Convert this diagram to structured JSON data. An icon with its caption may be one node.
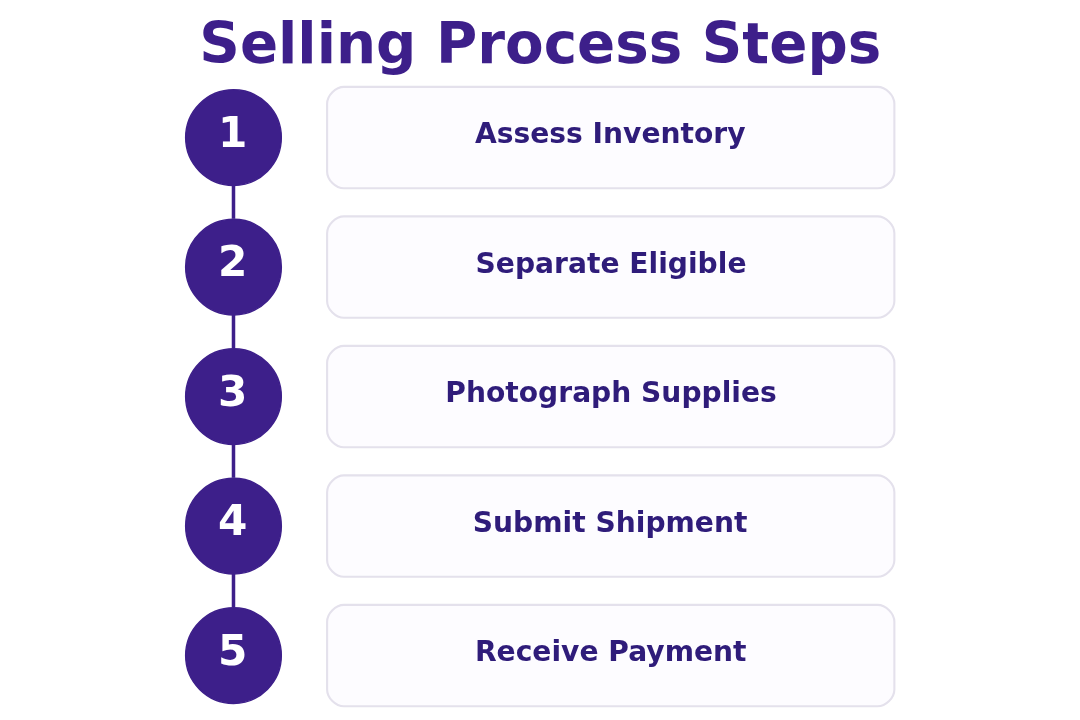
{
  "diagram": {
    "title": "Selling Process Steps",
    "nodes": [
      {
        "text": [
          "1"
        ]
      },
      {
        "text": [
          "Assess Inventory"
        ]
      },
      {
        "text": [
          "2"
        ]
      },
      {
        "text": [
          "Separate Eligible"
        ]
      },
      {
        "text": [
          "3"
        ]
      },
      {
        "text": [
          "Photograph Supplies"
        ]
      },
      {
        "text": [
          "4"
        ]
      },
      {
        "text": [
          "Submit Shipment"
        ]
      },
      {
        "text": [
          "5"
        ]
      },
      {
        "text": [
          "Receive Payment"
        ]
      }
    ],
    "edges": [
      {
        "from": 0,
        "to": 2,
        "arrow": "none"
      },
      {
        "from": 2,
        "to": 4,
        "arrow": "none"
      },
      {
        "from": 4,
        "to": 6,
        "arrow": "none"
      },
      {
        "from": 6,
        "to": 8,
        "arrow": "none"
      }
    ]
  }
}
